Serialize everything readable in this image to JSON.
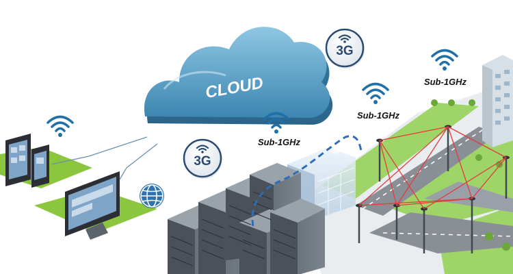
{
  "cloud": {
    "label": "CLOUD"
  },
  "badges": [
    {
      "label": "3G"
    },
    {
      "label": "3G"
    }
  ],
  "radio_labels": [
    {
      "label": "Sub-1GHz"
    },
    {
      "label": "Sub-1GHz"
    },
    {
      "label": "Sub-1GHz"
    }
  ],
  "icons": [
    "wifi-icon",
    "globe-icon",
    "badge-3g-icon"
  ],
  "colors": {
    "cloud": "#4a95bd",
    "wifi": "#1f6fa8",
    "mesh_link": "#e23b3b",
    "backhaul_dash": "#2f6db5",
    "grass": "#8cc63f",
    "road": "#8a8f96"
  }
}
